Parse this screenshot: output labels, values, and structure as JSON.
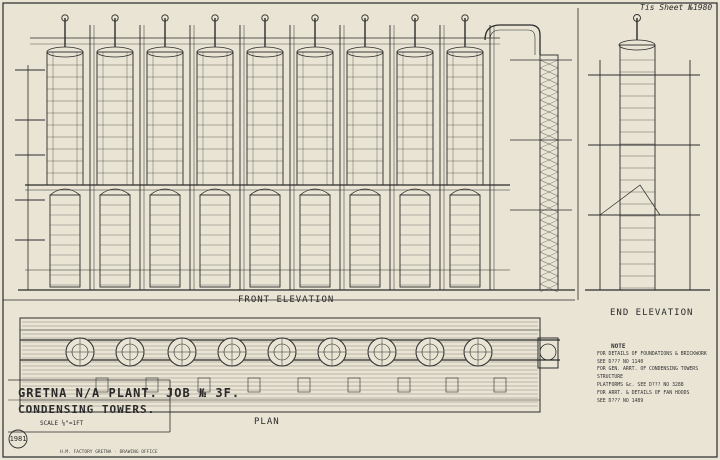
{
  "header": {
    "reference": "Tis Sheet №1980"
  },
  "views": {
    "front_elevation": "FRONT ELEVATION",
    "end_elevation": "END ELEVATION",
    "plan": "PLAN"
  },
  "title_block": {
    "line1": "GRETNA N/A PLANT.   JOB № 3F.",
    "line2": "CONDENSING TOWERS.",
    "scale": "SCALE ⅛\"=1FT",
    "sheet_number": "1981"
  },
  "notes": {
    "title": "NOTE",
    "items": [
      "FOR DETAILS OF FOUNDATIONS & BRICKWORK",
      "SEE D??? NO 1140",
      "FOR GEN. ARRT. OF CONDENSING TOWERS STRUCTURE",
      "PLATFORMS &c. SEE D??? NO 3288",
      "FOR ARRT. & DETAILS OF FAN HOODS",
      "SEE D??? NO 1489"
    ]
  },
  "footer": "H.M. FACTORY GRETNA · DRAWING OFFICE",
  "colors": {
    "paper": "#e9e4d4",
    "ink": "#2b2b2b"
  }
}
